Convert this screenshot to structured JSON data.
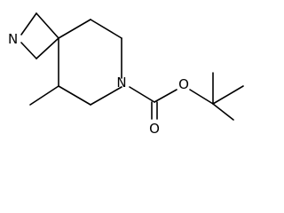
{
  "molecule": {
    "atoms": {
      "azetidine_nitrogen": "N",
      "piperidine_nitrogen": "N",
      "carbonyl_oxygen": "O",
      "ester_oxygen": "O"
    }
  },
  "colors": {
    "bond": "#000000",
    "background": "#ffffff"
  }
}
